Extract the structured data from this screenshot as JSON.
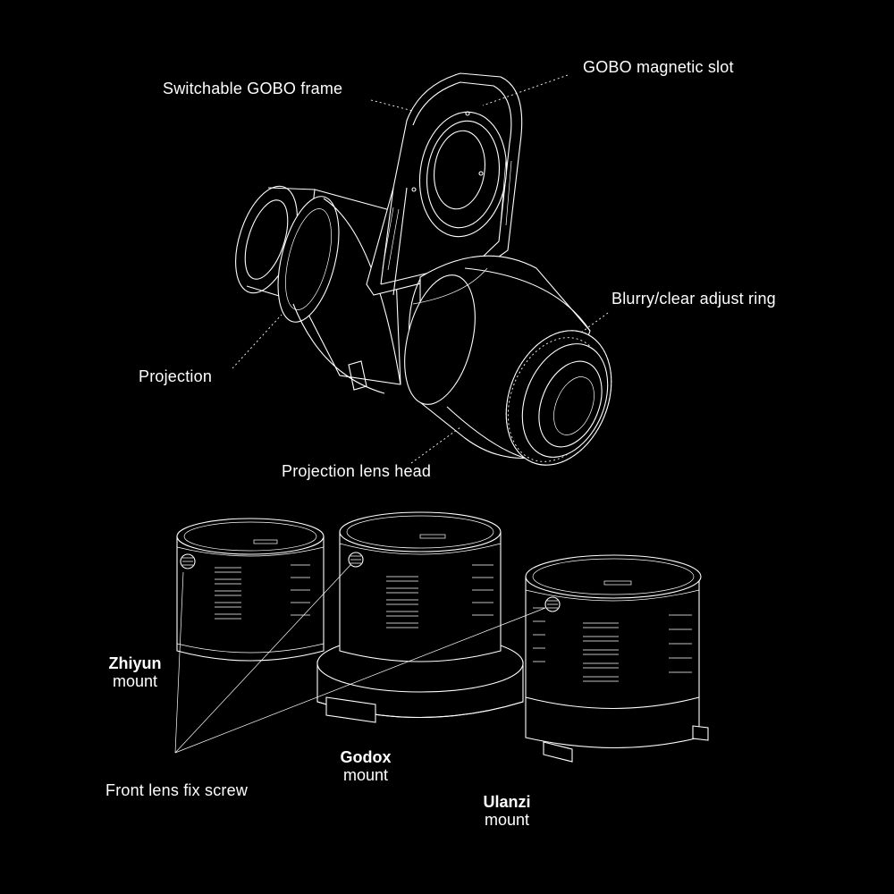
{
  "labels": {
    "switchable_gobo_frame": "Switchable GOBO frame",
    "gobo_magnetic_slot": "GOBO magnetic slot",
    "blurry_clear_adjust_ring": "Blurry/clear adjust ring",
    "projection": "Projection",
    "projection_lens_head": "Projection lens head",
    "front_lens_fix_screw": "Front lens fix screw"
  },
  "mounts": {
    "zhiyun": {
      "brand": "Zhiyun",
      "word": "mount"
    },
    "godox": {
      "brand": "Godox",
      "word": "mount"
    },
    "ulanzi": {
      "brand": "Ulanzi",
      "word": "mount"
    }
  },
  "colors": {
    "background": "#000000",
    "line": "#ffffff"
  }
}
